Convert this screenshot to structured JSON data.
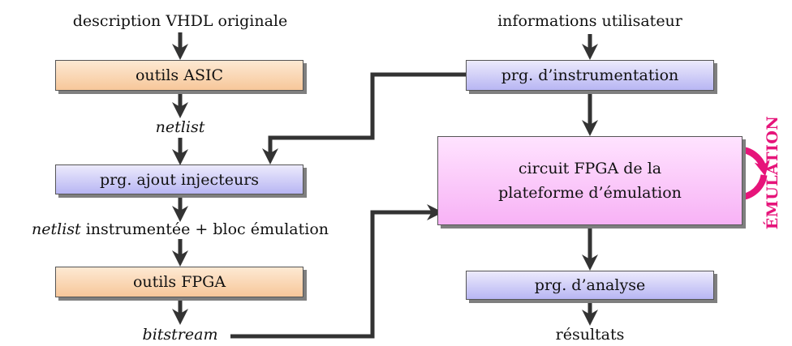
{
  "left_column": {
    "input": "description VHDL originale",
    "asic_tools": "outils ASIC",
    "netlist": "netlist",
    "injectors": "prg. ajout injecteurs",
    "instrumented_netlist": "netlist",
    "instrumented_rest": "instrumentée + bloc émulation",
    "fpga_tools": "outils FPGA",
    "bitstream": "bitstream"
  },
  "right_column": {
    "user_info": "informations utilisateur",
    "instrumentation": "prg. d’instrumentation",
    "fpga_circuit_line1": "circuit FPGA de la",
    "fpga_circuit_line2": "plateforme d’émulation",
    "analysis": "prg. d’analyse",
    "results": "résultats"
  },
  "emulation_label": "ÉMULATION",
  "colors": {
    "arrow": "#333333",
    "orange_box": "#f7c79a",
    "blue_box": "#b8b6f3",
    "pink_box": "#f7b2f5",
    "emulation": "#e6147a"
  }
}
